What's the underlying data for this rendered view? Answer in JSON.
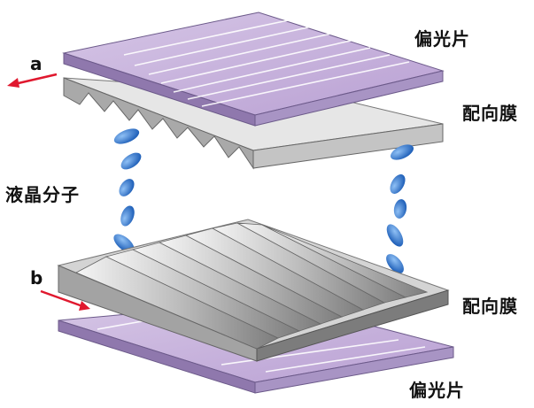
{
  "labels": {
    "top_polarizer": "偏光片",
    "top_alignment": "配向膜",
    "lc_molecules": "液晶分子",
    "bottom_alignment": "配向膜",
    "bottom_polarizer": "偏光片",
    "arrow_a": "a",
    "arrow_b": "b"
  },
  "colors": {
    "polarizer_top": "#c7b2dc",
    "polarizer_side": "#8a73a8",
    "alignment_film": "#d9d9d9",
    "alignment_side": "#8f8f8f",
    "molecule": "#2f72c9",
    "arrow": "#e0182e"
  }
}
